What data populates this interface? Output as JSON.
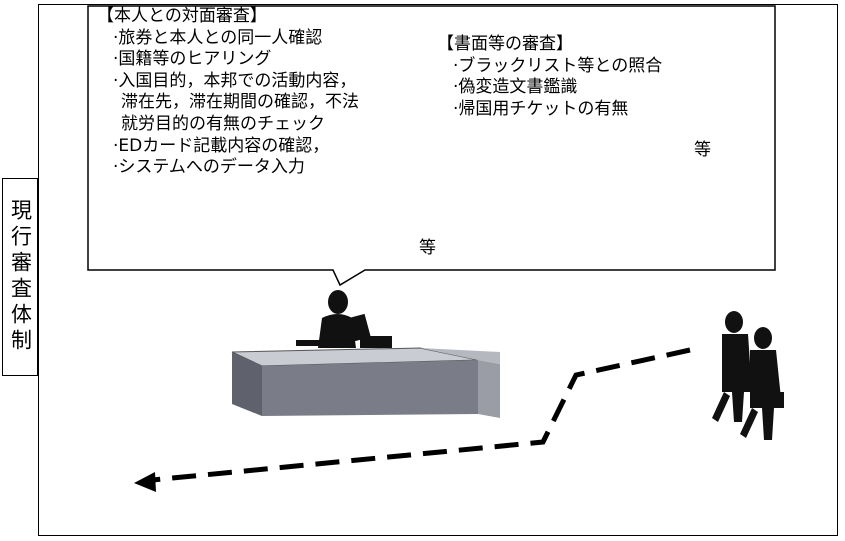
{
  "side_label": "現行審査体制",
  "face_to_face": {
    "title": "【本人との対面審査】",
    "items": [
      {
        "text": "·旅券と本人との同一人確認",
        "kind": "item"
      },
      {
        "text": "·国籍等のヒアリング",
        "kind": "item"
      },
      {
        "text": "·入国目的，本邦での活動内容，",
        "kind": "item"
      },
      {
        "text": "滞在先，滞在期間の確認，不法",
        "kind": "cont"
      },
      {
        "text": "就労目的の有無のチェック",
        "kind": "cont"
      },
      {
        "text": "·EDカード記載内容の確認，",
        "kind": "item"
      },
      {
        "text": "·システムへのデータ入力",
        "kind": "item"
      }
    ],
    "etc": "等"
  },
  "documents": {
    "title": "【書面等の審査】",
    "items": [
      {
        "text": "·ブラックリスト等との照合",
        "kind": "item"
      },
      {
        "text": "·偽変造文書鑑識",
        "kind": "item"
      },
      {
        "text": "·帰国用チケットの有無",
        "kind": "item"
      }
    ],
    "etc": "等"
  },
  "colors": {
    "desk_front": "#7a7d88",
    "desk_top": "#c9ccd2",
    "silhouette": "#111111",
    "line": "#000000"
  }
}
